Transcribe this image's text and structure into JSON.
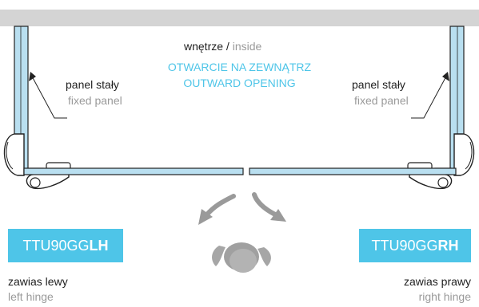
{
  "inside_label": {
    "primary": "wnętrze",
    "separator": "/",
    "secondary": "inside"
  },
  "opening": {
    "line1": "OTWARCIE NA ZEWNĄTRZ",
    "line2": "OUTWARD OPENING"
  },
  "left_panel": {
    "primary": "panel stały",
    "secondary": "fixed panel"
  },
  "right_panel": {
    "primary": "panel stały",
    "secondary": "fixed panel"
  },
  "left_badge": {
    "prefix": "TTU90GG",
    "suffix": "LH"
  },
  "right_badge": {
    "prefix": "TTU90GG",
    "suffix": "RH"
  },
  "left_hinge": {
    "primary": "zawias lewy",
    "secondary": "left hinge"
  },
  "right_hinge": {
    "primary": "zawias prawy",
    "secondary": "right hinge"
  },
  "colors": {
    "accent": "#4ec5e8",
    "glass": "#b9dff0",
    "wall": "#d4d4d4",
    "text": "#1f1f1f",
    "muted": "#9a9a9a"
  }
}
